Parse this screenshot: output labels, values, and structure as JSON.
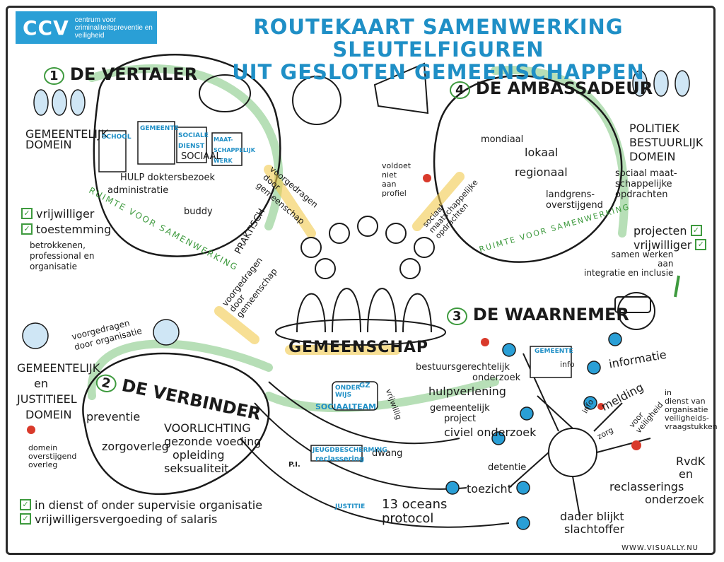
{
  "logo": {
    "mark": "CCV",
    "line1": "centrum voor",
    "line2": "criminaliteitspreventie en",
    "line3": "veiligheid"
  },
  "title": {
    "line1": "ROUTEKAART SAMENWERKING SLEUTELFIGUREN",
    "line2": "UIT GESLOTEN GEMEENSCHAPPEN"
  },
  "vertaler": {
    "number": "1",
    "title": "DE VERTALER",
    "domain": [
      "GEMEENTELIJK",
      "DOMEIN"
    ],
    "buildings": [
      "SCHOOL",
      "GEMEENTE",
      "SOCIALE DIENST",
      "MAAT-SCHAPPELIJK WERK"
    ],
    "sociaal": "SOCIAAL",
    "hulp": "HULP doktersbezoek",
    "administratie": "administratie",
    "buddy": "buddy",
    "praktisch": "PRAKTISCH",
    "ruimte": "RUIMTE VOOR SAMENWERKING",
    "checks": [
      "vrijwilliger",
      "toestemming"
    ],
    "betrokkenen": [
      "betrokkenen,",
      "professional en",
      "organisatie"
    ],
    "voorgedragen": [
      "voorgedragen",
      "door",
      "gemeenschap"
    ]
  },
  "ambassadeur": {
    "number": "4",
    "title": "DE AMBASSADEUR",
    "voldoet": [
      "voldoet",
      "niet",
      "aan",
      "profiel"
    ],
    "mondiaal": "mondiaal",
    "lokaal": "lokaal",
    "regionaal": "regionaal",
    "landgrens": [
      "landgrens-",
      "overstijgend"
    ],
    "domain": [
      "POLITIEK",
      "BESTUURLIJK",
      "DOMEIN"
    ],
    "sociaal": [
      "sociaal maat-",
      "schappelijke",
      "opdrachten"
    ],
    "checks": [
      "projecten",
      "vrijwilliger"
    ],
    "samen": [
      "samen werken",
      "aan",
      "integratie en inclusie"
    ],
    "ruimte": "RUIMTE VOOR SAMENWERKING",
    "opdrachten": [
      "sociaal",
      "maatschappelijke",
      "opdrachten"
    ]
  },
  "gemeenschap": {
    "label": "GEMEENSCHAP",
    "voorgedragen": [
      "voorgedragen",
      "door",
      "gemeenschap"
    ]
  },
  "verbinder": {
    "number": "2",
    "title": "DE VERBINDER",
    "voorgedragen": [
      "voorgedragen",
      "door organisatie"
    ],
    "domain": [
      "GEMEENTELIJK",
      "en",
      "JUSTITIEEL",
      "DOMEIN"
    ],
    "preventie": "preventie",
    "zorgoverleg": "zorgoverleg",
    "voorlichting": [
      "VOORLICHTING",
      "gezonde voeding",
      "opleiding",
      "seksualiteit"
    ],
    "domein": [
      "domein",
      "overstijgend",
      "overleg"
    ],
    "checks": [
      "in dienst of onder supervisie organisatie",
      "vrijwilligersvergoeding of salaris"
    ]
  },
  "waarnemer": {
    "number": "3",
    "title": "DE WAARNEMER",
    "bestuur": [
      "bestuursgerechtelijk",
      "onderzoek"
    ],
    "gemeente": "GEMEENTE",
    "info": "info",
    "informatie": "informatie",
    "melding": "melding",
    "zorg": "zorg",
    "voor_veiligheid": [
      "voor",
      "veiligheid"
    ],
    "in_dienst": [
      "in",
      "dienst van",
      "organisatie",
      "veiligheids-",
      "vraagstukken"
    ],
    "hulpverlening": "hulpverlening",
    "project": [
      "gemeentelijk",
      "project"
    ],
    "civiel": "civiel onderzoek",
    "detentie": "detentie",
    "rvdk": [
      "RvdK",
      "en",
      "reclasserings",
      "onderzoek"
    ],
    "toezicht": "toezicht",
    "dader": [
      "dader blijkt",
      "slachtoffer"
    ],
    "protocol": [
      "13 oceans",
      "protocol"
    ],
    "onderwijs": [
      "ONDER",
      "WIJS"
    ],
    "gz": "GZ",
    "sociaalteam": "SOCIAALTEAM",
    "vrijwillig": "vrijwillig",
    "dwang": "dwang",
    "pi": "P.I.",
    "jeugd": "JEUGDBESCHERMING",
    "reclassering": "reclassering",
    "justitie": "JUSTITIE"
  },
  "footer": "WWW.VISUALLY.NU",
  "colors": {
    "blue": "#1f8fc6",
    "green": "#3e9a3e",
    "yellow": "#f2c94c",
    "red": "#d93a2b",
    "black": "#1a1a1a"
  }
}
